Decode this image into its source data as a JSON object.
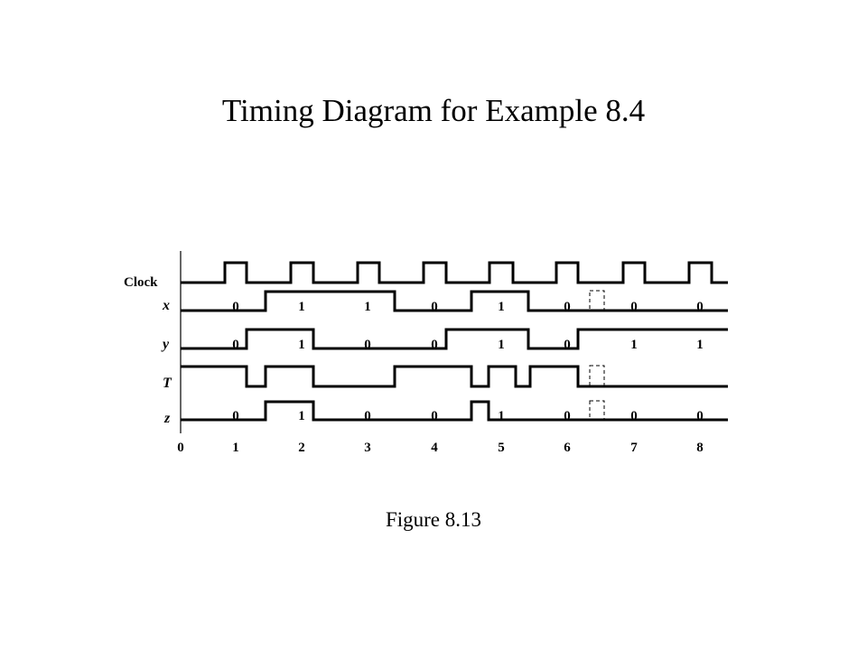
{
  "title": "Timing Diagram for Example 8.4",
  "caption": "Figure 8.13",
  "signals": [
    {
      "name": "Clock",
      "italic": false
    },
    {
      "name": "x",
      "italic": true
    },
    {
      "name": "y",
      "italic": true
    },
    {
      "name": "T",
      "italic": true
    },
    {
      "name": "z",
      "italic": true
    }
  ],
  "time_labels": [
    "0",
    "1",
    "2",
    "3",
    "4",
    "5",
    "6",
    "7",
    "8"
  ],
  "values": {
    "x": [
      "0",
      "1",
      "1",
      "0",
      "1",
      "0",
      "0",
      "0"
    ],
    "y": [
      "0",
      "1",
      "0",
      "0",
      "1",
      "0",
      "1",
      "1"
    ],
    "z": [
      "0",
      "1",
      "0",
      "0",
      "1",
      "0",
      "0",
      "0"
    ]
  }
}
